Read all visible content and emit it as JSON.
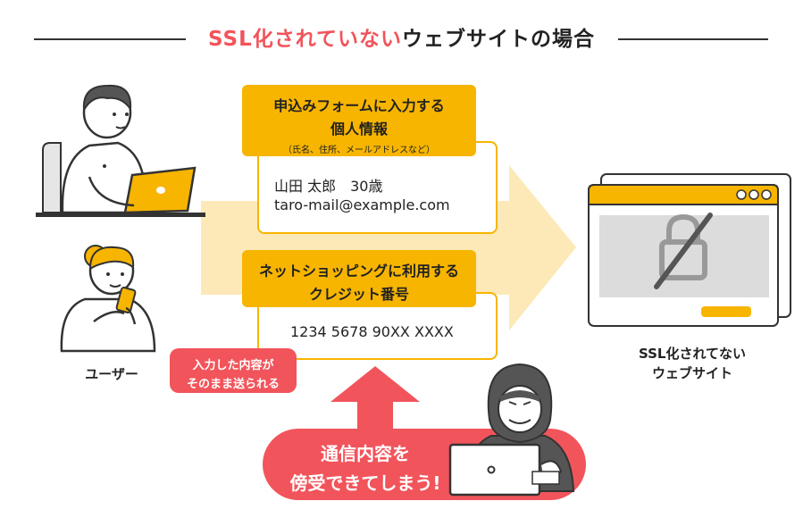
{
  "title": {
    "highlight": "SSL化されていない",
    "rest": "ウェブサイトの場合"
  },
  "user_label": "ユーザー",
  "card_personal": {
    "heading_line1": "申込みフォームに入力する",
    "heading_line2": "個人情報",
    "note": "（氏名、住所、メールアドレスなど）",
    "value_line1": "山田 太郎　30歳",
    "value_line2": "taro-mail@example.com"
  },
  "card_shopping": {
    "heading_line1": "ネットショッピングに利用する",
    "heading_line2": "クレジット番号",
    "value": "1234 5678 90XX XXXX"
  },
  "warning_bubble": {
    "line1": "入力した内容が",
    "line2": "そのまま送られる"
  },
  "hacker_bubble": {
    "line1": "通信内容を",
    "line2": "傍受できてしまう!"
  },
  "site_label": {
    "line1": "SSL化されてない",
    "line2": "ウェブサイト"
  },
  "colors": {
    "accent_yellow": "#f7b500",
    "arrow_light": "#fde9b8",
    "alert_red": "#f2545b",
    "title_red": "#f2545b"
  }
}
